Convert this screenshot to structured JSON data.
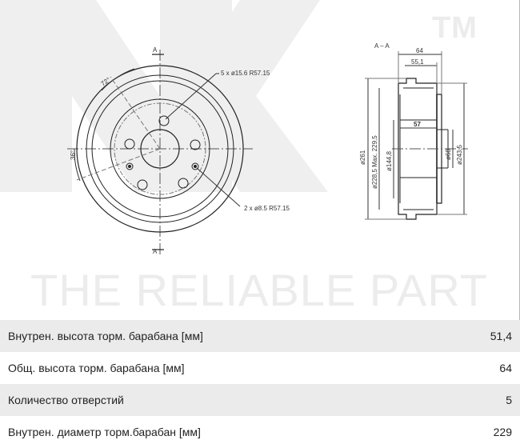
{
  "watermark": {
    "tm": "TM",
    "slogan": "THE RELIABLE PART"
  },
  "drawing": {
    "section_label_top": "A",
    "section_label_bottom": "A",
    "section_title": "A – A",
    "angle_72": "72°",
    "angle_36": "36°",
    "callout_bolt_holes": "5 x ø15.6  R57.15",
    "callout_small_holes": "2 x ø8.5  R57.15",
    "dim_64": "64",
    "dim_55_1": "55,1",
    "dim_57": "57",
    "dim_d261": "ø261",
    "dim_d228_5": "ø228,5  Max. 229,5",
    "dim_d144_8": "ø144,8",
    "dim_d68": "ø68",
    "dim_d243_5": "ø243,5"
  },
  "specs": [
    {
      "label": "Внутрен. высота торм. барабана [мм]",
      "value": "51,4"
    },
    {
      "label": "Общ. высота торм. барабана [мм]",
      "value": "64"
    },
    {
      "label": "Количество отверстий",
      "value": "5"
    },
    {
      "label": "Внутрен. диаметр торм.барабан [мм]",
      "value": "229"
    }
  ]
}
